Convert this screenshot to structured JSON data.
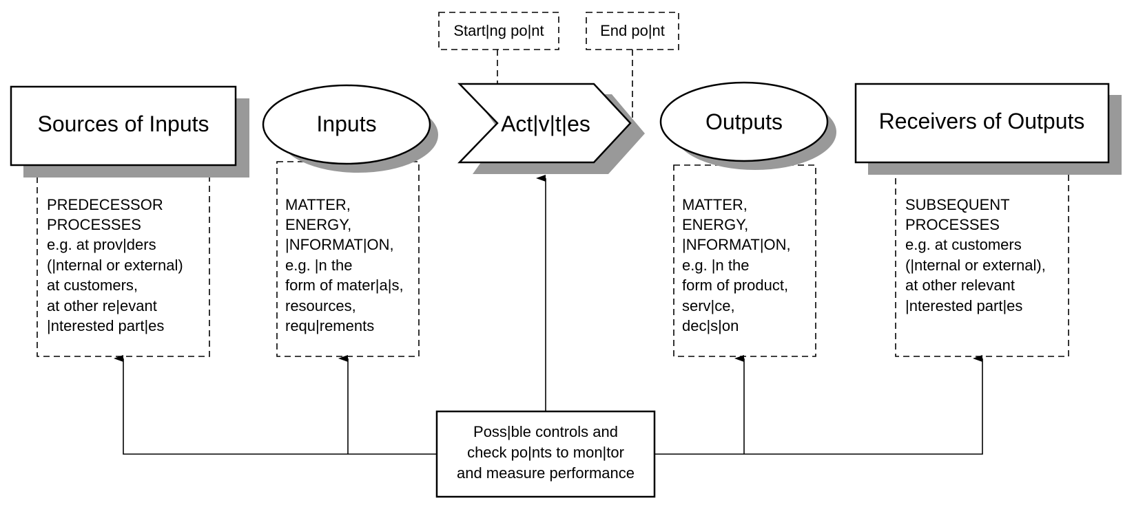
{
  "sources": {
    "title": "Sources of Inputs",
    "details": [
      "PREDECESSOR",
      "PROCESSES",
      "e.g. at prov|ders",
      "(|nternal or external)",
      "at customers,",
      "at other re|evant",
      "|nterested part|es"
    ]
  },
  "inputs": {
    "title": "Inputs",
    "details": [
      "MATTER,",
      "ENERGY,",
      "|NFORMAT|ON,",
      "e.g. |n the",
      "form of mater|a|s,",
      "resources,",
      "requ|rements"
    ]
  },
  "activities": {
    "title": "Act|v|t|es",
    "starting_point": "Start|ng po|nt",
    "end_point": "End po|nt"
  },
  "outputs": {
    "title": "Outputs",
    "details": [
      "MATTER,",
      "ENERGY,",
      "|NFORMAT|ON,",
      "e.g. |n the",
      "form of product,",
      "serv|ce,",
      "dec|s|on"
    ]
  },
  "receivers": {
    "title": "Receivers of Outputs",
    "details": [
      "SUBSEQUENT",
      "PROCESSES",
      "e.g. at customers",
      "(|nternal or external),",
      " at other relevant",
      " |nterested part|es"
    ]
  },
  "controls": {
    "lines": [
      "Poss|ble controls and",
      "check po|nts to mon|tor",
      "and measure performance"
    ]
  }
}
